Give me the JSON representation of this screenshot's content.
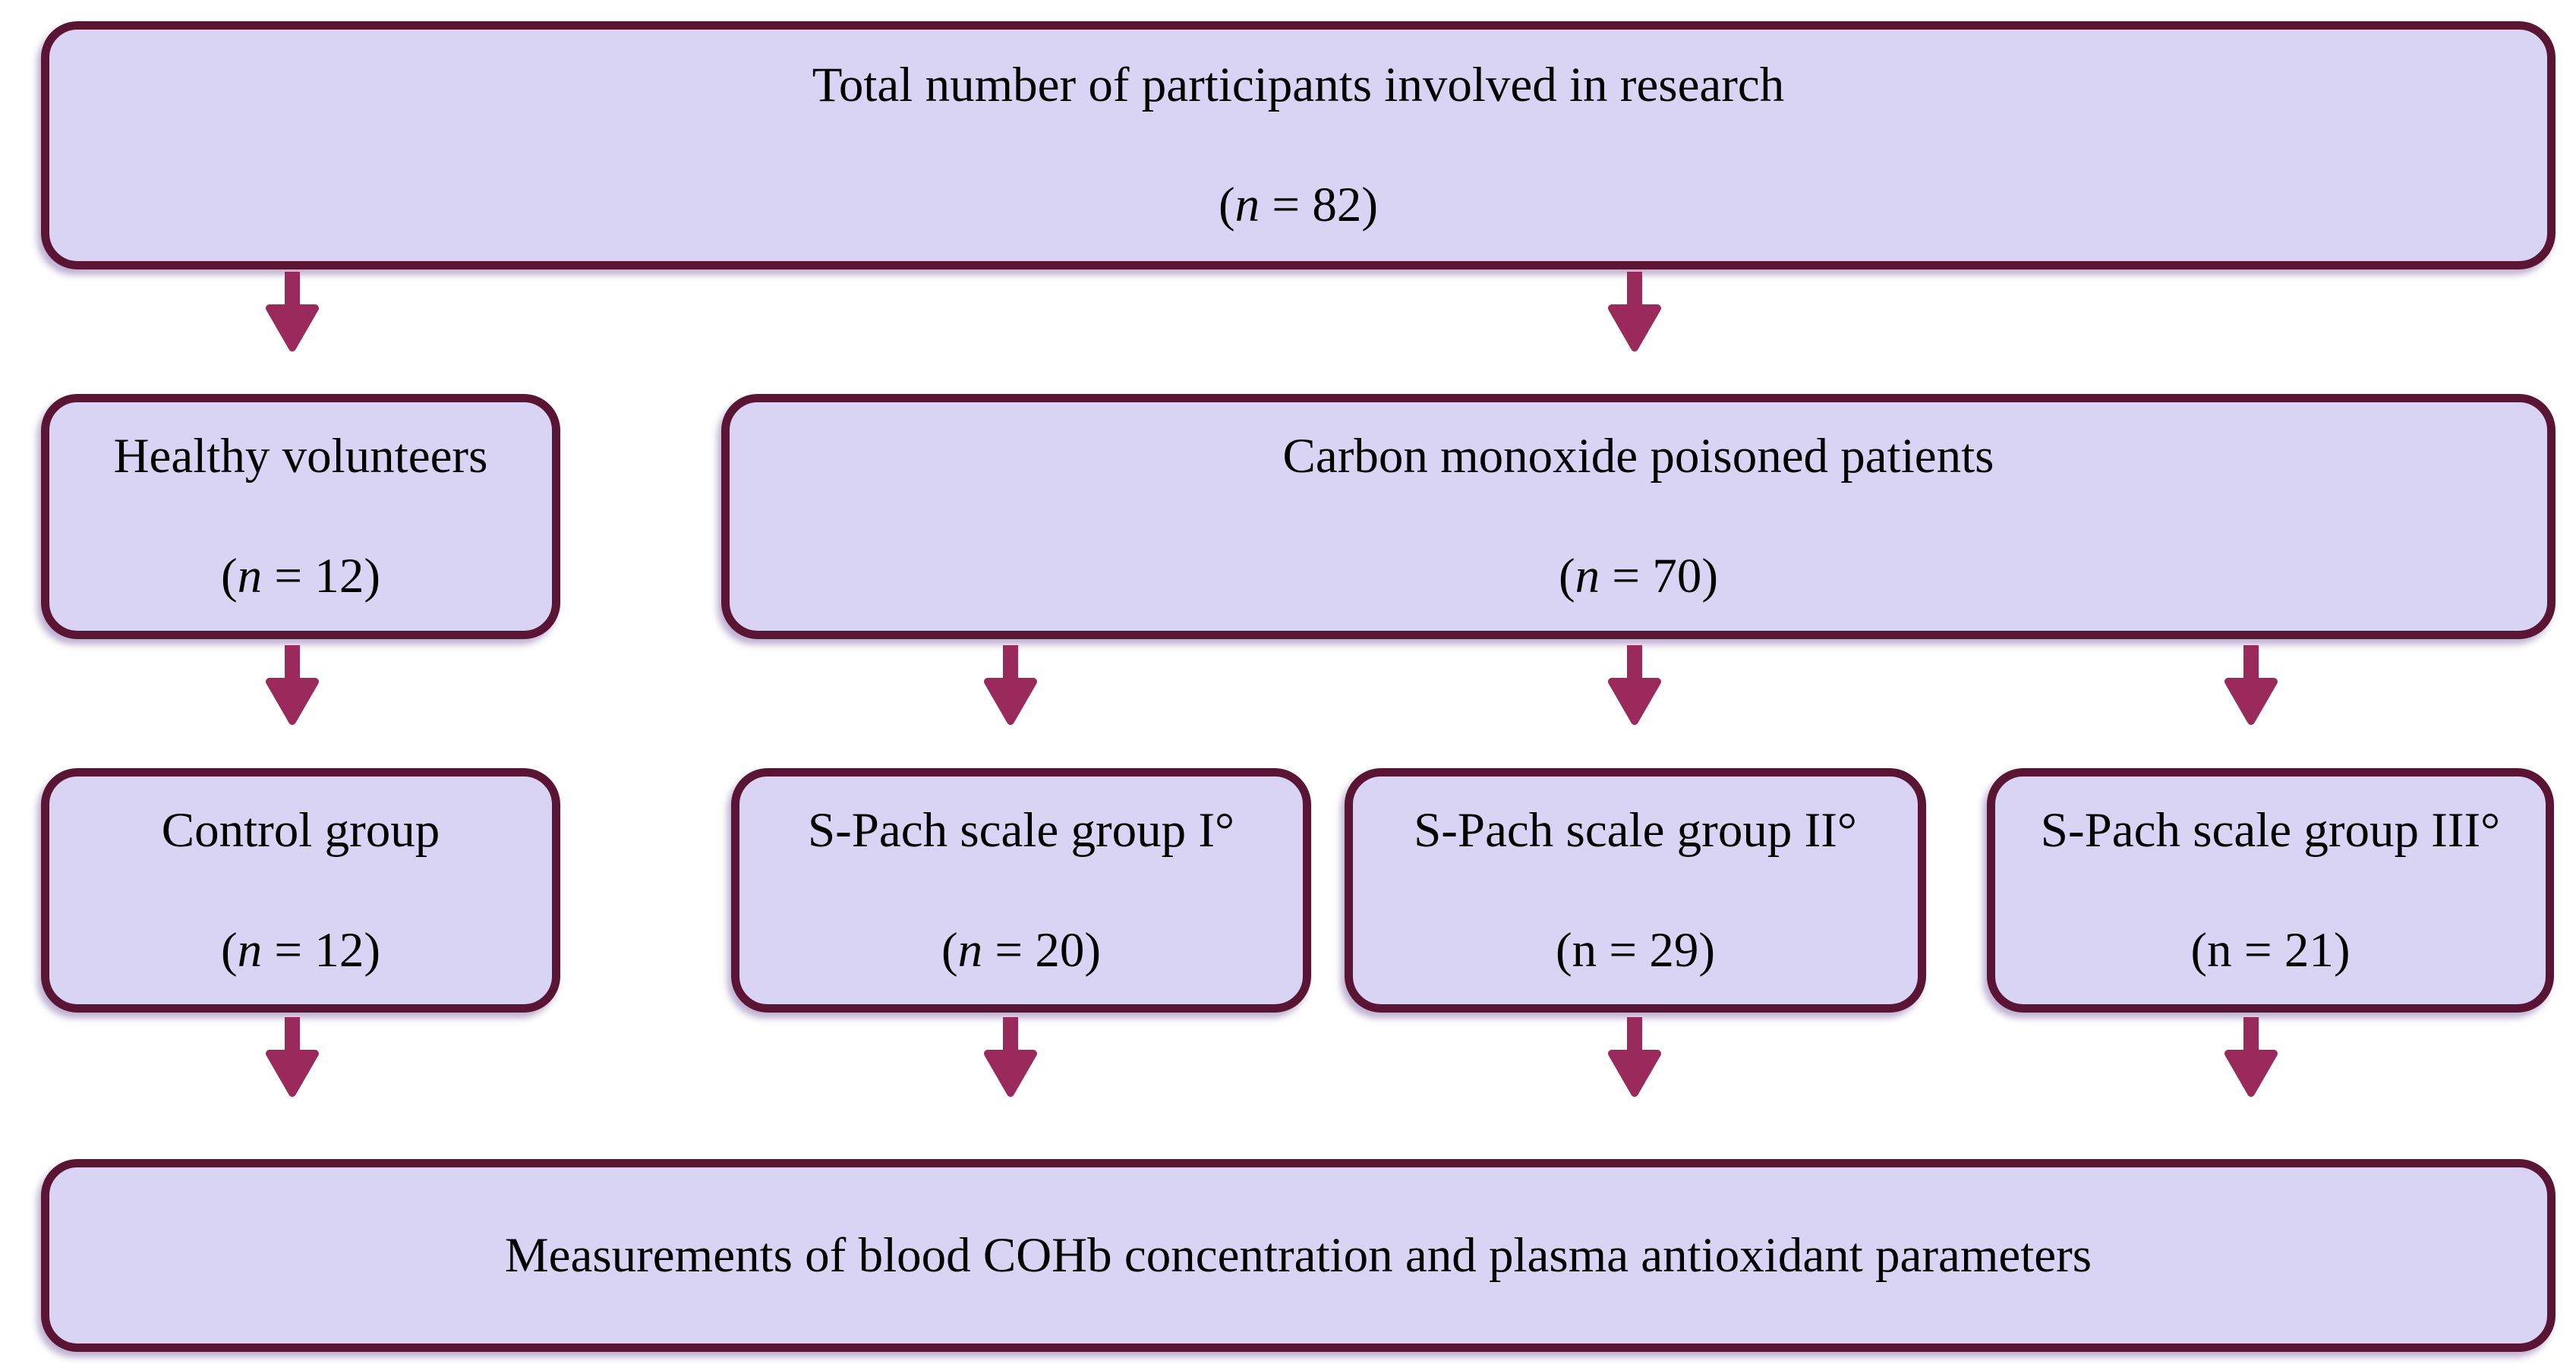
{
  "colors": {
    "box_fill": "#d9d4f3",
    "box_border": "#5a1535",
    "arrow": "#9b2a5c",
    "text": "#000000",
    "background": "#ffffff"
  },
  "boxes": [
    {
      "id": "total-participants",
      "title": "Total number of participants involved in research",
      "count_open": "(",
      "count_n": "n",
      "count_rest": " = 82)",
      "n_class": "n italic"
    },
    {
      "id": "healthy-volunteers",
      "title": "Healthy volunteers",
      "count_open": "(",
      "count_n": "n",
      "count_rest": " = 12)",
      "n_class": "n italic"
    },
    {
      "id": "co-poisoned-patients",
      "title": "Carbon monoxide poisoned patients",
      "count_open": "(",
      "count_n": "n",
      "count_rest": " = 70)",
      "n_class": "n italic"
    },
    {
      "id": "control-group",
      "title": "Control group",
      "count_open": "(",
      "count_n": "n",
      "count_rest": " = 12)",
      "n_class": "n italic"
    },
    {
      "id": "spach-group-1",
      "title": "S-Pach scale group I°",
      "count_open": "(",
      "count_n": "n",
      "count_rest": " = 20)",
      "n_class": "n italic"
    },
    {
      "id": "spach-group-2",
      "title": "S-Pach scale group II°",
      "count_open": "(",
      "count_n": "n",
      "count_rest": " = 29)",
      "n_class": "n upright"
    },
    {
      "id": "spach-group-3",
      "title": "S-Pach scale group III°",
      "count_open": "(",
      "count_n": "n",
      "count_rest": " = 21)",
      "n_class": "n upright"
    },
    {
      "id": "measurements",
      "title": "Measurements of blood COHb concentration and plasma antioxidant parameters"
    }
  ]
}
